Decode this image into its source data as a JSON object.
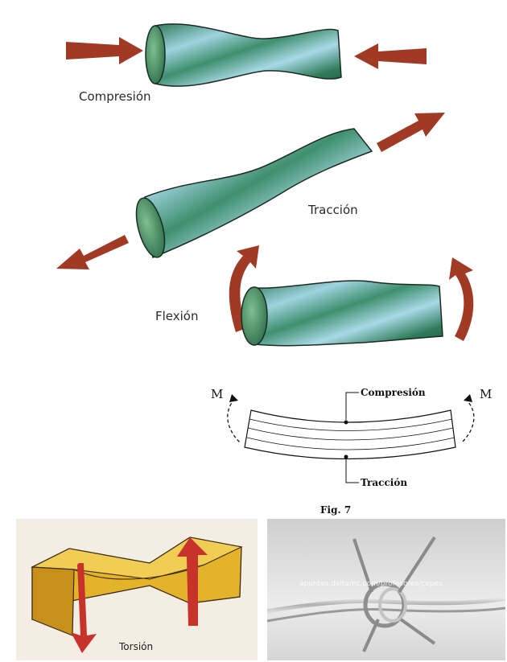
{
  "labels": {
    "compression": "Compresión",
    "traction": "Tracción",
    "flexion": "Flexión",
    "beam_compression": "Compresión",
    "beam_traction": "Tracción",
    "moment_left": "M",
    "moment_right": "M",
    "figure": "Fig. 7",
    "torsion": "Torsión",
    "watermark": "apuntes.deltamc.com/profesores/cepes"
  },
  "colors": {
    "tube": "#3f8f6e",
    "tube_light": "#a9d9e6",
    "arrow": "#a13a25",
    "block": "#e3b32a",
    "bg_tile": "#f3ede4"
  }
}
